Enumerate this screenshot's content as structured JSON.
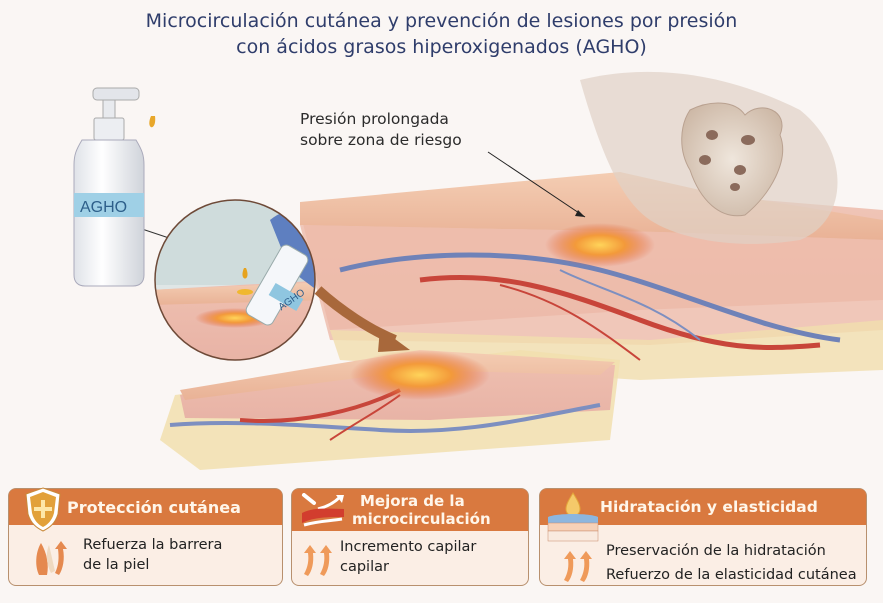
{
  "title": {
    "line1": "Microcirculación cutánea y prevención de lesiones por presión",
    "line2": "con ácidos grasos hiperoxigenados (AGHO)"
  },
  "illustration": {
    "bottle_label": "AGHO",
    "tube_label": "AGHO",
    "callout": {
      "line1": "Presión prolongada",
      "line2": "sobre zona de riesgo"
    }
  },
  "cards": [
    {
      "icon": "shield-plus-icon",
      "title": "Protección cutánea",
      "body_icon": "upward-arrows-icon",
      "lines": [
        "Refuerza la barrera",
        "de la piel"
      ]
    },
    {
      "icon": "blood-flow-icon",
      "title_line1": "Mejora de la",
      "title_line2": "microcirculación",
      "body_icon": "upward-arrows-icon",
      "lines": [
        "Incremento capilar",
        "capilar"
      ]
    },
    {
      "icon": "skin-drop-icon",
      "title": "Hidratación y elasticidad",
      "body_icon": "upward-arrows-icon",
      "lines": [
        "Preservación de la hidratación",
        "Refuerzo de la elasticidad cutánea"
      ]
    }
  ],
  "colors": {
    "title": "#2f3d6b",
    "card_header": "#d9793f",
    "card_body": "#fbeee5",
    "card_border": "#b8906e"
  }
}
